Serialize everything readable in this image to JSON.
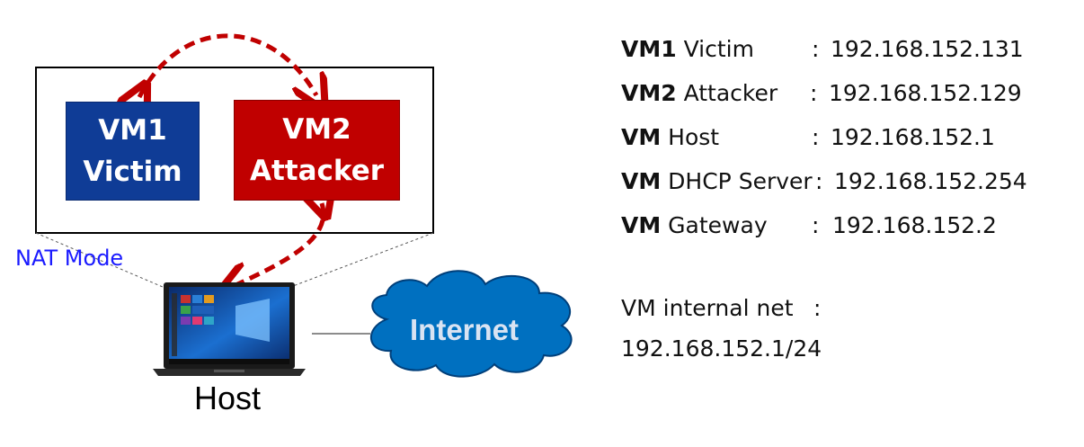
{
  "diagram": {
    "vm1": {
      "line1": "VM1",
      "line2": "Victim"
    },
    "vm2": {
      "line1": "VM2",
      "line2": "Attacker"
    },
    "nat_label": "NAT Mode",
    "host_label": "Host",
    "internet_label": "Internet"
  },
  "info": {
    "rows": [
      {
        "prefix": "VM",
        "prefix_num": "1",
        "name": " Victim",
        "sep": ":",
        "ip": "192.168.152.131"
      },
      {
        "prefix": "VM",
        "prefix_num": "2",
        "name": " Attacker",
        "sep": ":",
        "ip": "192.168.152.129"
      },
      {
        "prefix": "VM",
        "prefix_num": "",
        "name": " Host",
        "sep": ":",
        "ip": "192.168.152.1"
      },
      {
        "prefix": "VM",
        "prefix_num": "",
        "name": " DHCP Server",
        "sep": ":",
        "ip": "192.168.152.254"
      },
      {
        "prefix": "VM",
        "prefix_num": "",
        "name": " Gateway",
        "sep": ":",
        "ip": "192.168.152.2"
      }
    ],
    "internal_net_label": "VM internal net",
    "internal_net_sep": ":",
    "internal_net_value": "192.168.152.1/24"
  },
  "colors": {
    "vm1_fill": "#0f3c96",
    "vm2_fill": "#c00000",
    "arrow": "#c00000",
    "cloud_fill": "#0070c0",
    "nat_text": "#1a1aff"
  }
}
